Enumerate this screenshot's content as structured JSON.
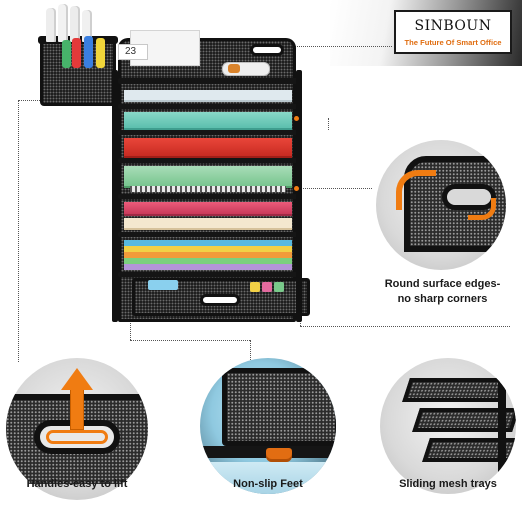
{
  "brand": {
    "name": "SINBOUN",
    "tagline": "The Future Of Smart Office"
  },
  "product": {
    "label_text": "23"
  },
  "features": [
    {
      "id": "rounded",
      "caption_line1": "Round surface edges-",
      "caption_line2": "no sharp corners"
    },
    {
      "id": "handles",
      "caption": "Handles-easy to lift"
    },
    {
      "id": "feet",
      "caption": "Non-slip Feet"
    },
    {
      "id": "trays",
      "caption": "Sliding mesh trays"
    }
  ],
  "colors": {
    "accent": "#f07c12",
    "frame": "#1a1a1a",
    "caption_text": "#1a1a1a"
  }
}
